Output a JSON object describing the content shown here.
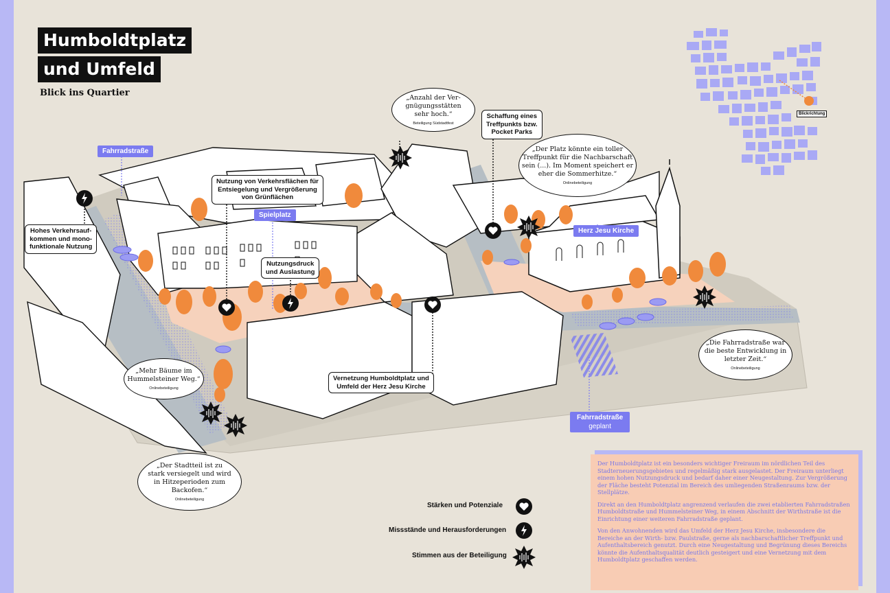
{
  "title": {
    "line1": "Humboldtplatz",
    "line2": "und Umfeld",
    "subtitle": "Blick ins Quartier"
  },
  "minimap": {
    "label": "Blickrichtung"
  },
  "tags": {
    "fahrradstrasse": "Fahrradstraße",
    "spielplatz": "Spielplatz",
    "kirche": "Herz Jesu Kirche",
    "fahrradstrasse_geplant_1": "Fahrradstraße",
    "fahrradstrasse_geplant_2": "geplant"
  },
  "labels": {
    "verkehr": [
      "Hohes Verkehrsauf-",
      "kommen und mono-",
      "funktionale Nutzung"
    ],
    "nutzung_verkehr": [
      "Nutzung von Verkehrsflächen für",
      "Entsiegelung und Vergrößerung",
      "von Grünflächen"
    ],
    "nutzungsdruck": [
      "Nutzungsdruck",
      "und Auslastung"
    ],
    "treffpunkt": [
      "Schaffung eines",
      "Treffpunkts bzw.",
      "Pocket Parks"
    ],
    "vernetzung": [
      "Vernetzung Humboldtplatz und",
      "Umfeld der Herz Jesu Kirche"
    ]
  },
  "quotes": {
    "vergnuegung": {
      "lines": [
        "„Anzahl der Ver-",
        "gnügungsstätten",
        "sehr hoch.“"
      ],
      "source": "Beteiligung Südstadtfest"
    },
    "platz": {
      "lines": [
        "„Der Platz könnte ein toller",
        "Treffpunkt für die Nachbarschaft",
        "sein (...). Im Moment speichert er",
        "eher die Sommerhitze.“"
      ],
      "source": "Onlinebeteiligung"
    },
    "baeume": {
      "lines": [
        "„Mehr Bäume im",
        "Hummelsteiner Weg.“"
      ],
      "source": "Onlinebeteiligung"
    },
    "stadtteil": {
      "lines": [
        "„Der Stadtteil ist zu",
        "stark versiegelt und wird",
        "in Hitzeperioden zum",
        "Backofen.“"
      ],
      "source": "Onlinebeteiligung"
    },
    "fahrradstrasse": {
      "lines": [
        "„Die Fahrradstraße war",
        "die beste Entwicklung in",
        "letzter Zeit.“"
      ],
      "source": "Onlinebeteiligung"
    }
  },
  "legend": [
    {
      "label": "Stärken und Potenziale",
      "icon": "heart-icon"
    },
    {
      "label": "Missstände und Herausforderungen",
      "icon": "lightning-icon"
    },
    {
      "label": "Stimmen aus der Beteiligung",
      "icon": "voice-icon"
    }
  ],
  "info": {
    "p1": "Der Humboldtplatz ist ein besonders wichtiger Freiraum im nördlichen Teil des Stadterneuerungsgebietes und regelmäßig stark ausgelastet. Der Freiraum unterliegt einem hohen Nutzungsdruck und bedarf daher einer Neugestaltung. Zur Vergrößerung der Fläche besteht Potenzial im Bereich des umliegenden Straßenraums bzw. der Stellplätze.",
    "p2": "Direkt an den Humboldtplatz angrenzend verlaufen die zwei etablierten Fahrradstraßen Humboldtstraße und Hummelsteiner Weg, in einem Abschnitt der Wirthstraße ist die Einrichtung einer weiteren Fahrradstraße geplant.",
    "p3": "Von den Anwohnenden wird das Umfeld der Herz Jesu Kirche, insbesondere die Bereiche an der Wirth- bzw. Paulstraße, gerne als nachbarschaftlicher Treffpunkt und Aufenthaltsbereich genutzt. Durch eine Neugestaltung und Begrünung dieses Bereichs könnte die Aufenthaltsqualität deutlich gesteigert und eine Vernetzung mit dem Humboldtplatz geschaffen werden."
  },
  "colors": {
    "accent_orange": "#f08a3c",
    "accent_blue": "#7b7bf0",
    "background": "#e8e3d9",
    "info_bg": "#f8ccb4"
  }
}
